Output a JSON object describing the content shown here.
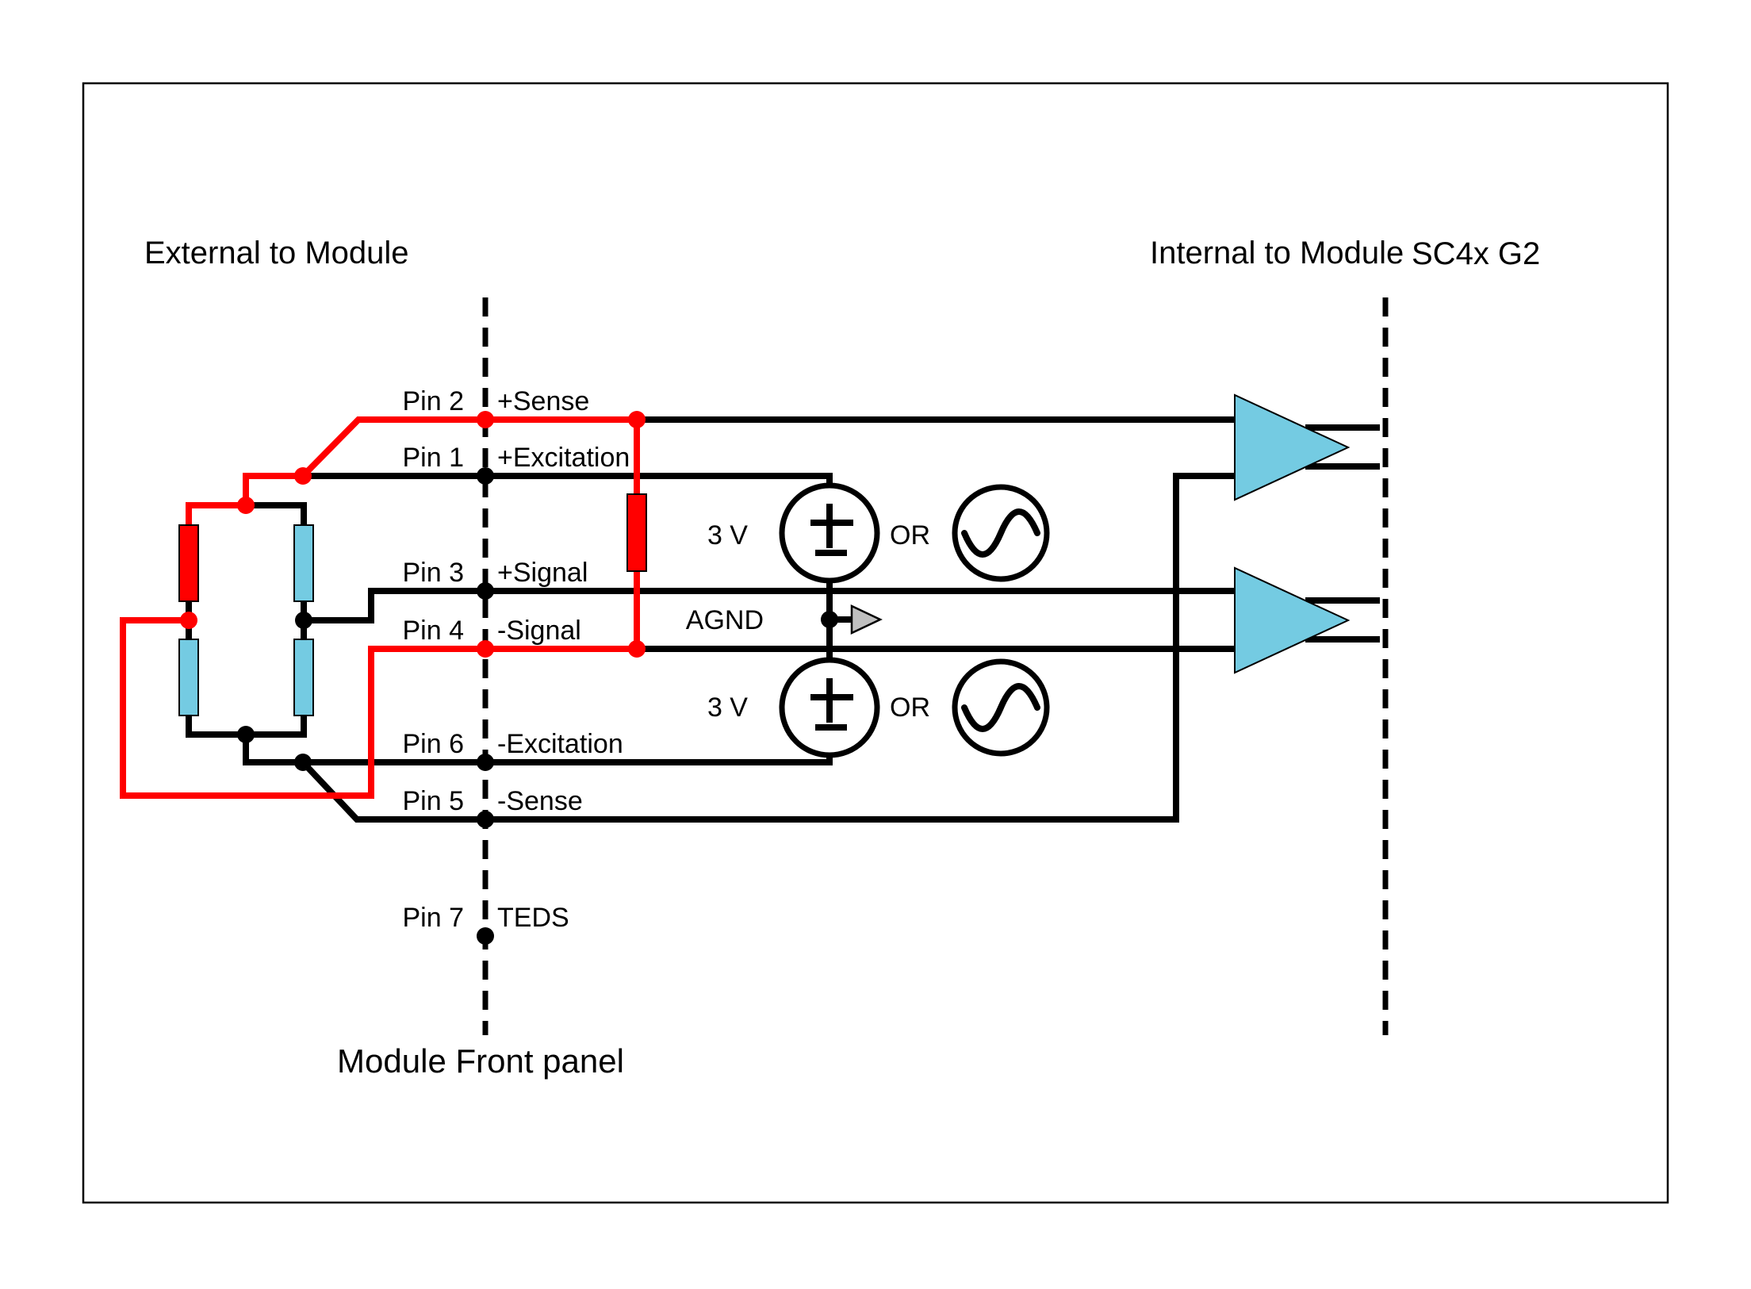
{
  "titles": {
    "external": "External to Module",
    "internal": "Internal to Module",
    "device": "SC4x G2",
    "front_panel": "Module Front panel"
  },
  "pins": [
    {
      "label": "Pin 2",
      "signal": "+Sense"
    },
    {
      "label": "Pin 1",
      "signal": "+Excitation"
    },
    {
      "label": "Pin 3",
      "signal": "+Signal"
    },
    {
      "label": "Pin 4",
      "signal": "-Signal"
    },
    {
      "label": "Pin 6",
      "signal": "-Excitation"
    },
    {
      "label": "Pin 5",
      "signal": "-Sense"
    },
    {
      "label": "Pin 7",
      "signal": "TEDS"
    }
  ],
  "sources": {
    "excitation_voltage": "3 V",
    "alternative_label": "OR",
    "ground_label": "AGND"
  },
  "colors": {
    "wire_red": "#ff0000",
    "component_cyan": "#74cbe2",
    "source_fill": "#ffffff",
    "arrow_gray": "#c0c0c0",
    "wire_black": "#000000"
  }
}
